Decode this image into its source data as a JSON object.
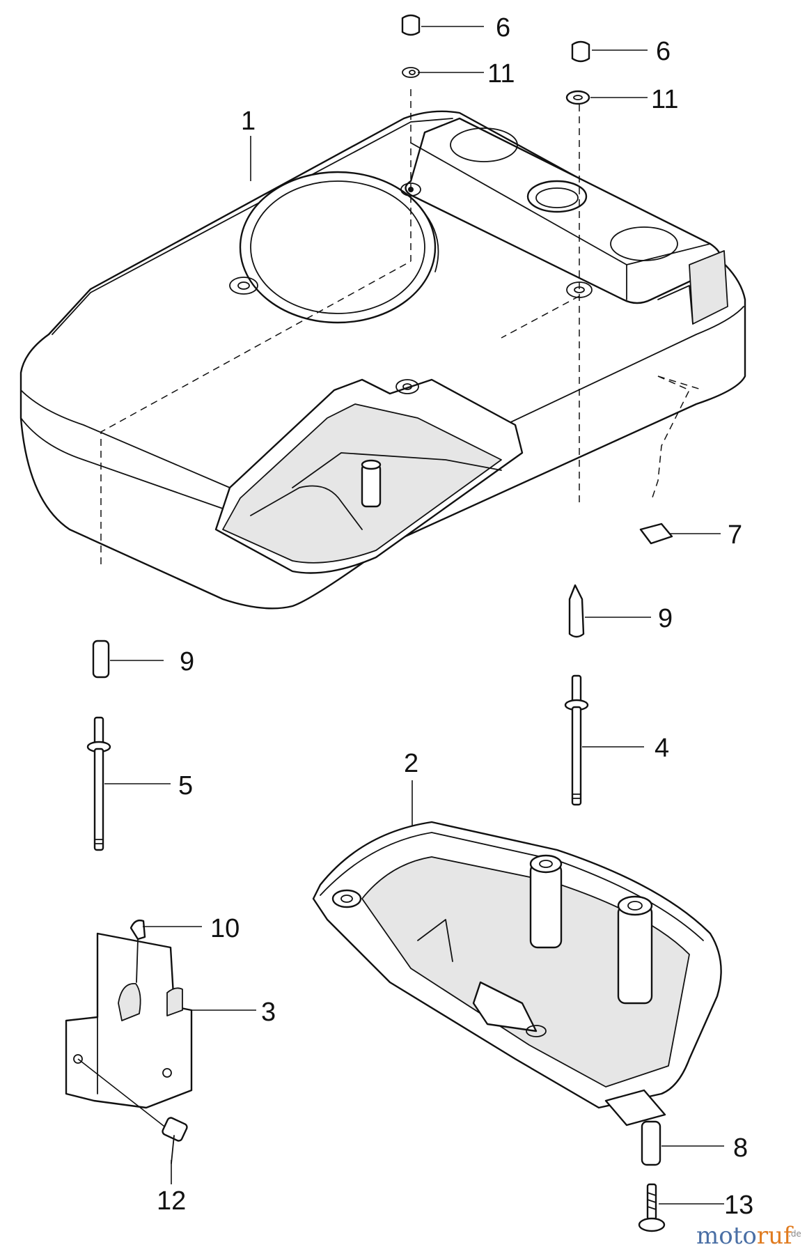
{
  "callouts": {
    "c1": "1",
    "c2": "2",
    "c3": "3",
    "c4": "4",
    "c5": "5",
    "c6a": "6",
    "c6b": "6",
    "c7": "7",
    "c8": "8",
    "c9a": "9",
    "c9b": "9",
    "c10": "10",
    "c11a": "11",
    "c11b": "11",
    "c12": "12",
    "c13": "13"
  },
  "watermark": {
    "part1": "moto",
    "part2": "ruf",
    "suffix": ".de",
    "color_blue": "#4a6fa5",
    "color_orange": "#e07b1f"
  }
}
